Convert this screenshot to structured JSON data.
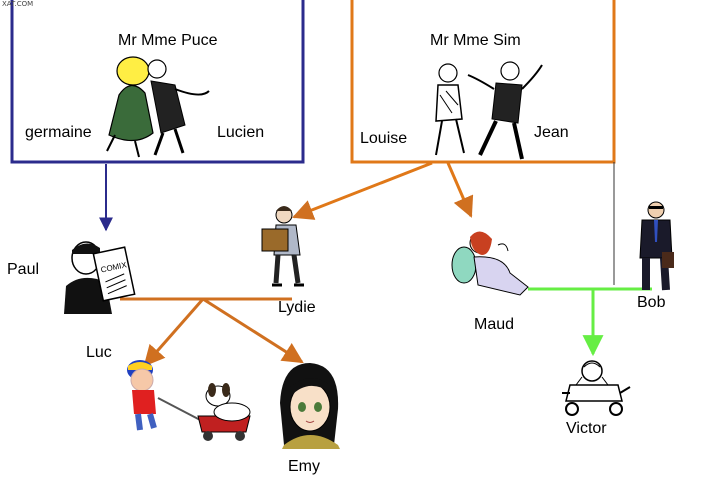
{
  "corner_mark": "XAT.COM",
  "labels": {
    "puce_couple": "Mr Mme Puce",
    "germaine": "germaine",
    "lucien": "Lucien",
    "sim_couple": "Mr Mme Sim",
    "louise": "Louise",
    "jean": "Jean",
    "paul": "Paul",
    "lydie": "Lydie",
    "maud": "Maud",
    "bob": "Bob",
    "luc": "Luc",
    "emy": "Emy",
    "victor": "Victor"
  },
  "newspaper_text": "COMIX",
  "colors": {
    "puce_frame": "#2b2b8c",
    "sim_frame": "#e07818",
    "paul_lydie_link": "#d07020",
    "maud_bob_link": "#66ee44",
    "bob_line": "#333333"
  },
  "icons": [
    "dancing-couple-icon",
    "dancing-couple-icon",
    "man-reading-newspaper-icon",
    "woman-carrying-box-icon",
    "reclining-woman-icon",
    "businessman-icon",
    "boy-with-dog-wagon-icon",
    "girl-portrait-icon",
    "baby-stroller-icon"
  ]
}
